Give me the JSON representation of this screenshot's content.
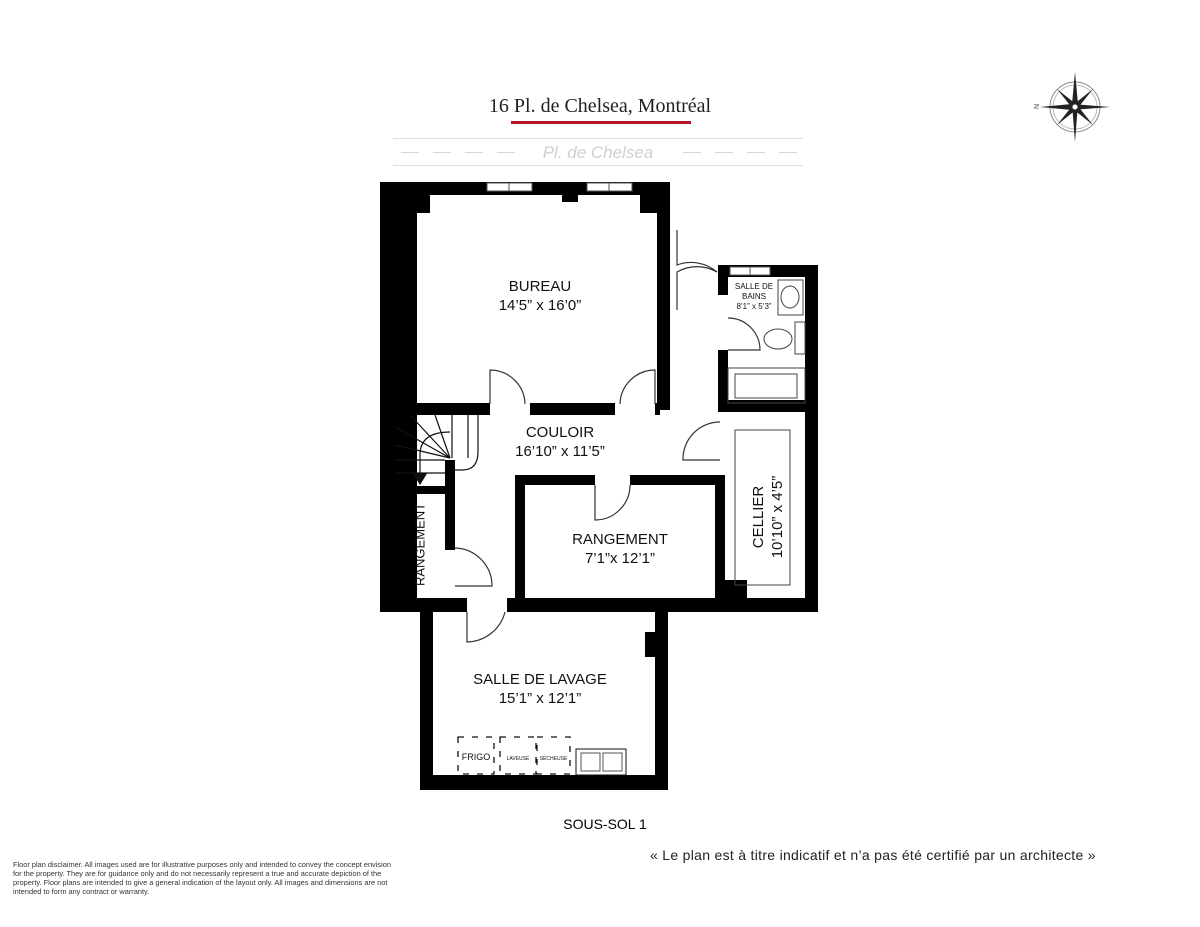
{
  "header": {
    "address": "16 Pl. de Chelsea, Montréal",
    "street": "Pl. de Chelsea",
    "accent_color": "#b3142a"
  },
  "compass": {
    "label": "N",
    "icon": "compass-rose-icon"
  },
  "rooms": {
    "bureau": {
      "name": "BUREAU",
      "dims": "14’5” x 16’0”"
    },
    "salle_de_bains": {
      "name": "SALLE DE BAINS",
      "dims": "8’1” x 5’3”"
    },
    "couloir": {
      "name": "COULOIR",
      "dims": "16’10” x 11’5”"
    },
    "cellier": {
      "name": "CELLIER",
      "dims": "10’10” x 4’5”"
    },
    "rangement_small": {
      "name": "RANGEMENT"
    },
    "rangement": {
      "name": "RANGEMENT",
      "dims": "7’1”x 12’1”"
    },
    "salle_de_lavage": {
      "name": "SALLE DE LAVAGE",
      "dims": "15’1” x 12’1”"
    }
  },
  "appliances": {
    "frigo": "FRIGO",
    "laveuse": "LAVEUSE",
    "secheuse": "SÉCHEUSE"
  },
  "floor_label": "SOUS-SOL 1",
  "disclaimer": "Floor plan disclaimer. All images used are for illustrative purposes only and intended to convey the concept envision for the property. They are for guidance only and do not necessarily represent a true and accurate depiction of the property. Floor plans are intended to give a general indication of the layout only. All images and dimensions are not intended to form any contract or warranty.",
  "note": "« Le plan est à titre indicatif et n’a pas été certifié par un architecte »"
}
